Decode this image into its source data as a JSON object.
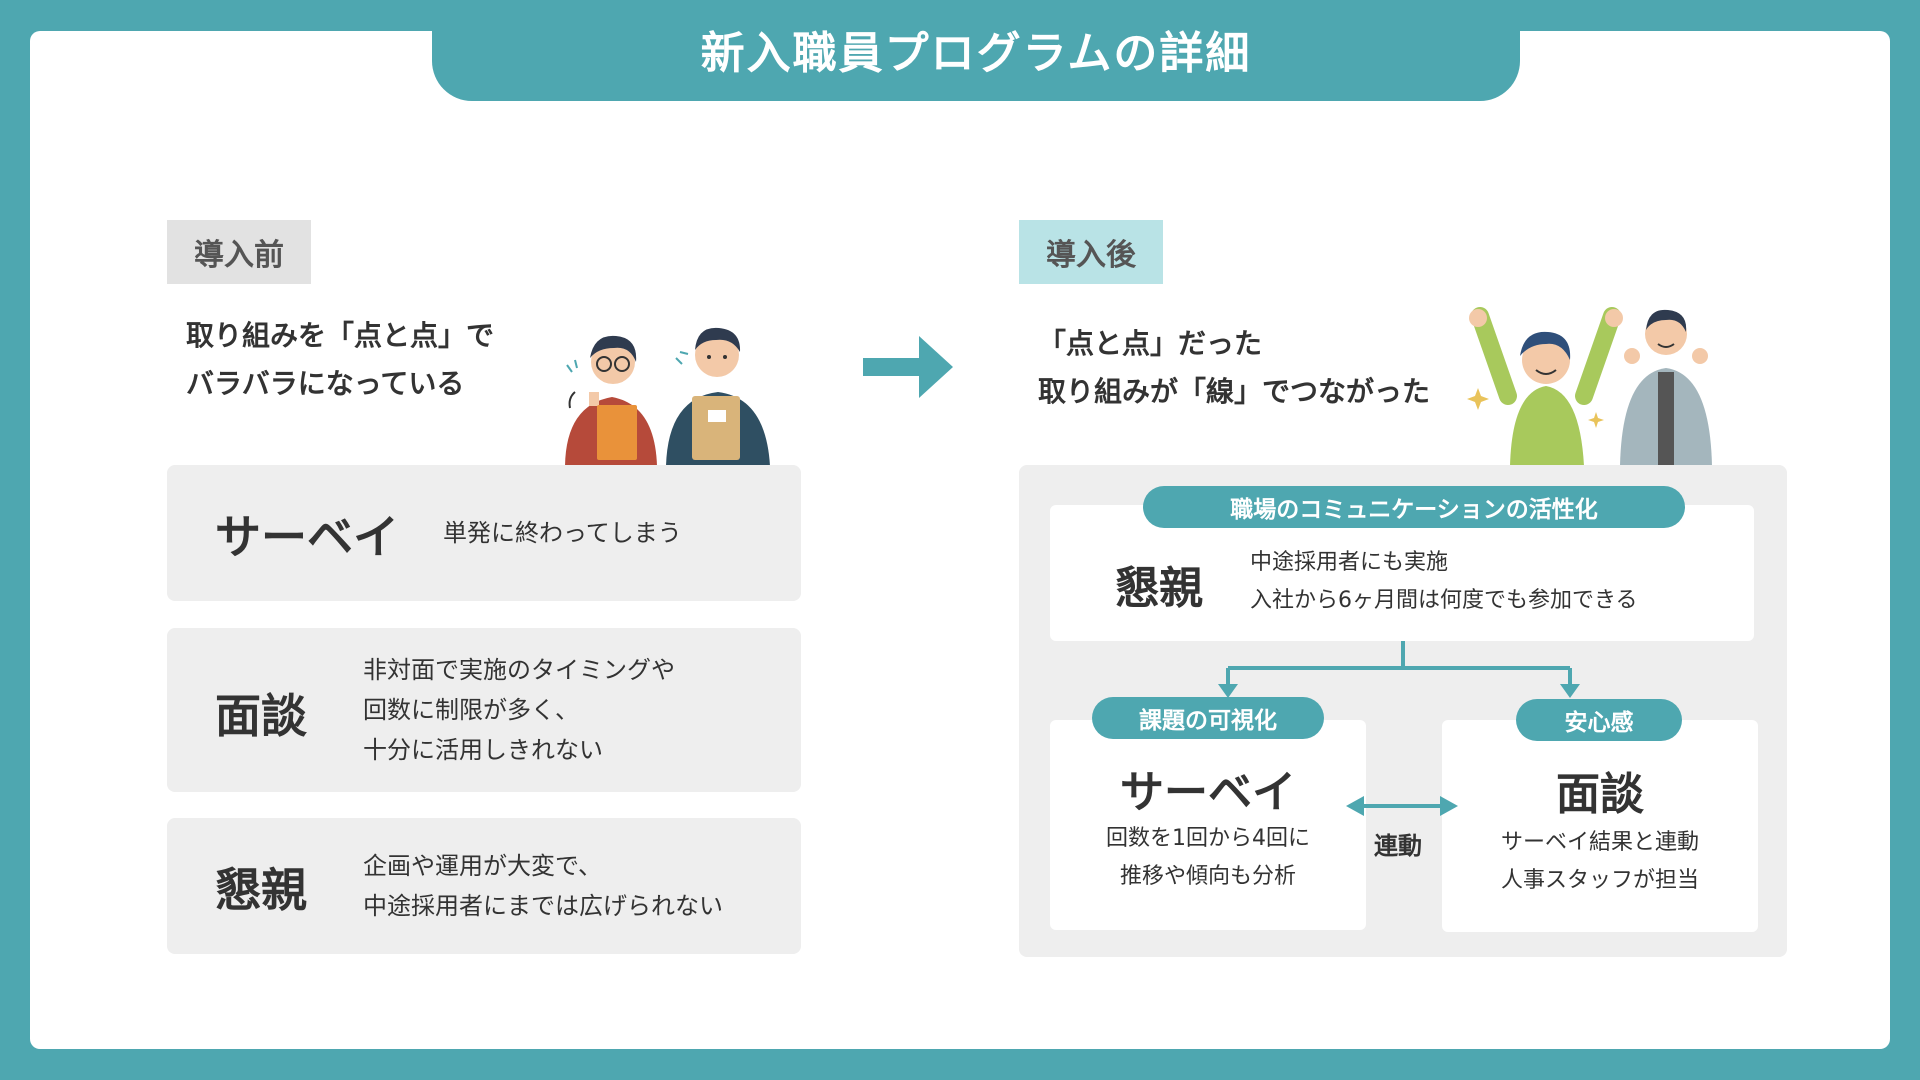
{
  "header": {
    "title": "新入職員プログラムの詳細"
  },
  "before": {
    "tag": "導入前",
    "lead": [
      "取り組みを「点と点」で",
      "バラバラになっている"
    ],
    "items": [
      {
        "title": "サーベイ",
        "desc": [
          "単発に終わってしまう"
        ]
      },
      {
        "title": "面談",
        "desc": [
          "非対面で実施のタイミングや",
          "回数に制限が多く、",
          "十分に活用しきれない"
        ]
      },
      {
        "title": "懇親",
        "desc": [
          "企画や運用が大変で、",
          "中途採用者にまでは広げられない"
        ]
      }
    ]
  },
  "after": {
    "tag": "導入後",
    "lead": [
      "「点と点」だった",
      "取り組みが「線」でつながった"
    ],
    "top": {
      "pill": "職場のコミュニケーションの活性化",
      "title": "懇親",
      "desc": [
        "中途採用者にも実施",
        "入社から6ヶ月間は何度でも参加できる"
      ]
    },
    "left": {
      "pill": "課題の可視化",
      "title": "サーベイ",
      "desc": [
        "回数を1回から4回に",
        "推移や傾向も分析"
      ]
    },
    "right": {
      "pill": "安心感",
      "title": "面談",
      "desc": [
        "サーベイ結果と連動",
        "人事スタッフが担当"
      ]
    },
    "link_label": "連動"
  },
  "colors": {
    "accent": "#4ea7b0",
    "panel": "#eeeeee",
    "before_tag": "#e2e2e2",
    "after_tag": "#b9e3e6"
  },
  "icons": [
    "right-arrow-icon",
    "worried-people-illustration",
    "happy-people-illustration",
    "double-arrow-icon"
  ]
}
